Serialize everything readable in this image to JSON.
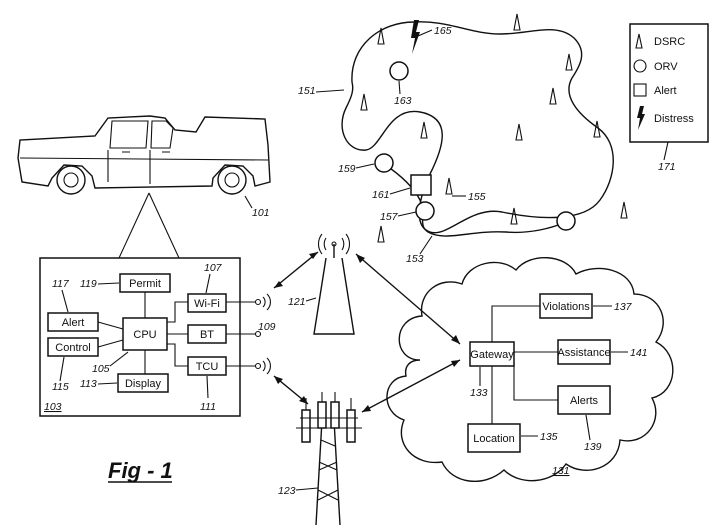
{
  "figure": {
    "label": "Fig - 1"
  },
  "legend": {
    "ref": "171",
    "items": [
      {
        "icon": "dsrc-triangle-icon",
        "label": "DSRC"
      },
      {
        "icon": "orv-circle-icon",
        "label": "ORV"
      },
      {
        "icon": "alert-square-icon",
        "label": "Alert"
      },
      {
        "icon": "distress-bolt-icon",
        "label": "Distress"
      }
    ]
  },
  "vehicle": {
    "ref": "101"
  },
  "vehicle_system": {
    "ref": "103",
    "boxes": {
      "permit": {
        "label": "Permit",
        "ref": "119"
      },
      "cpu": {
        "label": "CPU",
        "ref": "105"
      },
      "alert": {
        "label": "Alert",
        "ref": "117"
      },
      "control": {
        "label": "Control",
        "ref": "115"
      },
      "display": {
        "label": "Display",
        "ref": "113"
      },
      "wifi": {
        "label": "Wi-Fi",
        "ref": "107"
      },
      "bt": {
        "label": "BT",
        "ref": "109"
      },
      "tcu": {
        "label": "TCU",
        "ref": "111"
      }
    }
  },
  "wifi_access_point": {
    "ref": "121"
  },
  "cell_tower": {
    "ref": "123"
  },
  "cloud": {
    "ref": "131",
    "boxes": {
      "gateway": {
        "label": "Gateway",
        "ref": "133"
      },
      "violations": {
        "label": "Violations",
        "ref": "137"
      },
      "assistance": {
        "label": "Assistance",
        "ref": "141"
      },
      "alerts": {
        "label": "Alerts",
        "ref": "139"
      },
      "location": {
        "label": "Location",
        "ref": "135"
      }
    }
  },
  "map": {
    "refs": {
      "region": "151",
      "trail": "153",
      "dsrc": "155",
      "orv_a": "157",
      "orv_b": "159",
      "alert": "161",
      "orv_c": "163",
      "distress": "165"
    }
  }
}
